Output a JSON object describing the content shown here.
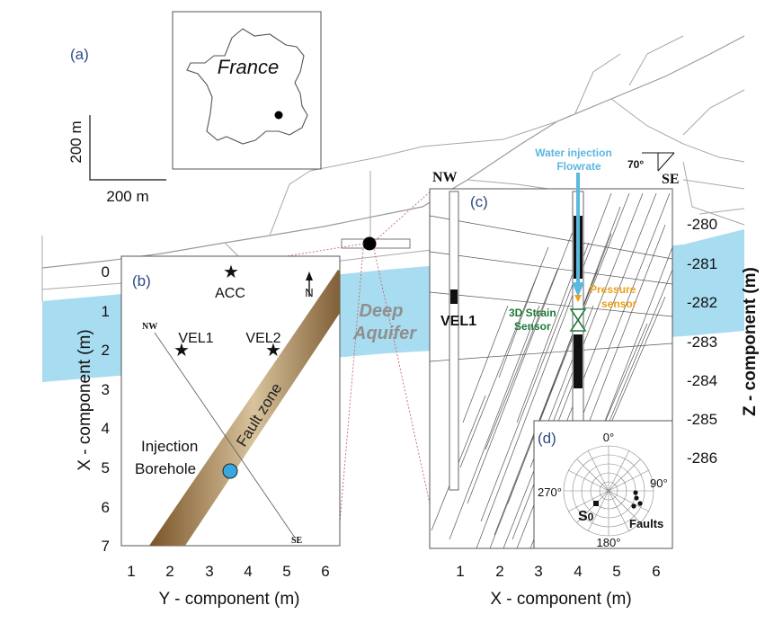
{
  "panel_a": {
    "label": "(a)",
    "inset_country": "France",
    "scale_vertical": "200 m",
    "scale_horizontal": "200 m",
    "aquifer_label_1": "Deep",
    "aquifer_label_2": "Aquifer"
  },
  "panel_b": {
    "label": "(b)",
    "xlabel": "Y - component (m)",
    "ylabel": "X - component (m)",
    "xticks": [
      "1",
      "2",
      "3",
      "4",
      "5",
      "6"
    ],
    "yticks": [
      "0",
      "1",
      "2",
      "3",
      "4",
      "5",
      "6",
      "7"
    ],
    "station_acc": "ACC",
    "station_vel1": "VEL1",
    "station_vel2": "VEL2",
    "north": "N",
    "nw": "NW",
    "se": "SE",
    "fault_zone": "Fault zone",
    "injection_1": "Injection",
    "injection_2": "Borehole"
  },
  "panel_c": {
    "label": "(c)",
    "xlabel": "X - component (m)",
    "zlabel": "Z - component (m)",
    "xticks": [
      "1",
      "2",
      "3",
      "4",
      "5",
      "6"
    ],
    "zticks": [
      "-280",
      "-281",
      "-282",
      "-283",
      "-284",
      "-285",
      "-286"
    ],
    "nw": "NW",
    "se": "SE",
    "vel1": "VEL1",
    "water_1": "Water injection",
    "water_2": "Flowrate",
    "dip": "70°",
    "pressure_1": "Pressure",
    "pressure_2": "sensor",
    "strain_1": "3D Strain",
    "strain_2": "Sensor",
    "colors": {
      "water": "#5bb8e0",
      "pressure": "#e8a21c",
      "strain": "#1f7a3a",
      "aquifer": "#a8dcf0"
    }
  },
  "panel_d": {
    "label": "(d)",
    "deg_0": "0°",
    "deg_90": "90°",
    "deg_180": "180°",
    "deg_270": "270°",
    "s0": "S",
    "s0_sub": "0",
    "faults": "Faults"
  }
}
